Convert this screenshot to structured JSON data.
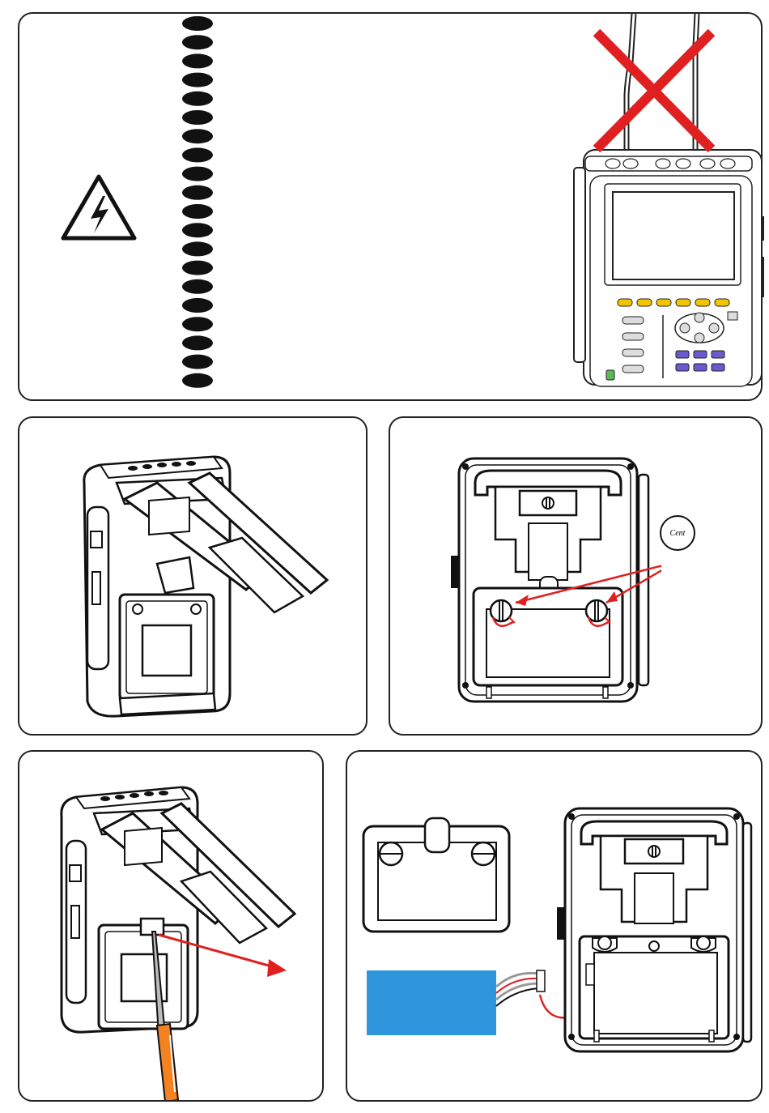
{
  "coin_label": "Cent",
  "colors": {
    "warning_cross": "#e02020",
    "arrow": "#e02020",
    "battery": "#2f96dc",
    "screwdriver_handle": "#f58220",
    "soft_key": "#f2c500",
    "function_key": "#6a5acd",
    "power_key": "#5cb85c",
    "spine_dot": "#111111"
  },
  "icons": [
    "high-voltage-warning-icon",
    "do-not-connect-cross-icon",
    "coin-icon"
  ],
  "panels": [
    "disconnect-leads",
    "open-stand",
    "unscrew-cover",
    "pry-cover",
    "replace-battery"
  ]
}
